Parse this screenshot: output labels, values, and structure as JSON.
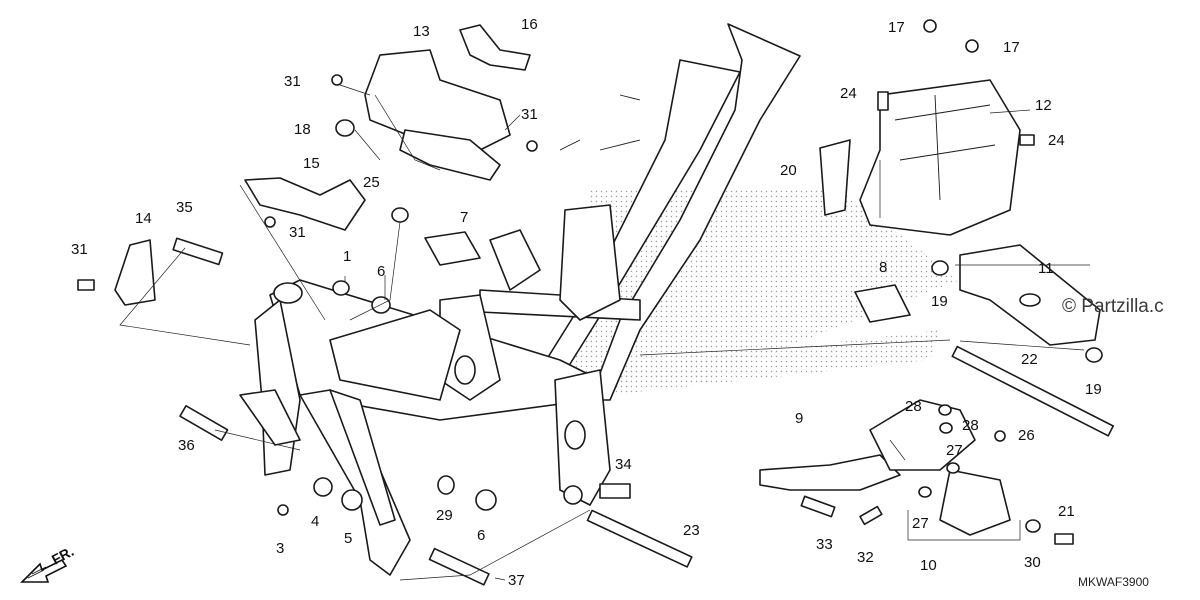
{
  "diagram": {
    "part_labels": [
      "3",
      "4",
      "5",
      "6",
      "6",
      "7",
      "8",
      "9",
      "10",
      "11",
      "12",
      "13",
      "14",
      "15",
      "16",
      "17",
      "17",
      "18",
      "19",
      "19",
      "20",
      "21",
      "22",
      "23",
      "24",
      "24",
      "25",
      "26",
      "27",
      "27",
      "28",
      "28",
      "29",
      "30",
      "31",
      "31",
      "31",
      "31",
      "32",
      "33",
      "34",
      "35",
      "36",
      "37",
      "1"
    ],
    "watermark": "© Partzilla.c",
    "diagram_code": "MKWAF3900",
    "direction_label": "FR."
  }
}
